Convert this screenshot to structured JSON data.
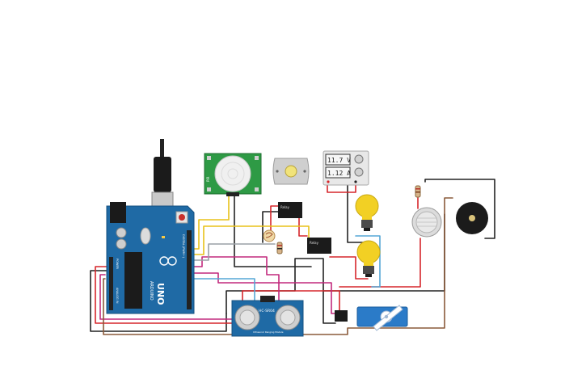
{
  "arduino": {
    "model_text": "UNO",
    "brand_text": "ARDUINO",
    "digital_header_text": "DIGITAL (PWM~)",
    "analog_header_text": "ANALOG IN",
    "power_header_text": "POWER",
    "board_color": "#1f6aa5"
  },
  "power_supply": {
    "voltage": "11.7 V",
    "current": "1.12 A"
  },
  "relays": [
    {
      "label": "Relay"
    },
    {
      "label": "Relay"
    }
  ],
  "ultrasonic": {
    "model_text": "HC-SR04",
    "sub_text": "Ultrasonic Ranging Module"
  },
  "pir": {
    "label": "PIR"
  },
  "colors": {
    "wire_red": "#d6262b",
    "wire_black": "#222222",
    "wire_yellow": "#e8c21a",
    "wire_pink": "#c2297d",
    "wire_blue": "#55a7d6",
    "wire_brown": "#8a5a3a",
    "wire_grey": "#9aa0a6",
    "bulb": "#f2d024",
    "pir_board": "#2e9a45",
    "servo": "#2b7bc8"
  }
}
